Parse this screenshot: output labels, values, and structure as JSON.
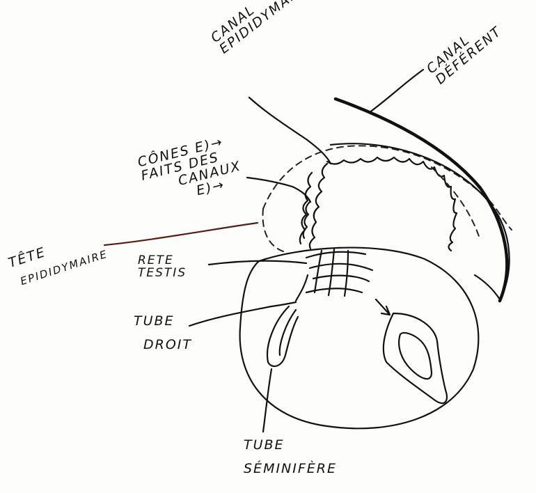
{
  "labels": {
    "canal_epididymaire": [
      "CANAL",
      "EPIDIDYMAIRE"
    ],
    "canal_deferent": [
      "CANAL",
      "DÉFÉRENT"
    ],
    "cones_efferents": [
      "CÔNES E)→",
      "FAITS DES",
      "CANAUX",
      "E)→"
    ],
    "tete_epididyme": [
      "TÊTE",
      "EPIDIDYMAIRE"
    ],
    "rete_testis": [
      "RETE",
      "TESTIS"
    ],
    "tube_droit": [
      "TUBE",
      "DROIT"
    ],
    "tube_seminifere": [
      "TUBE",
      "SÉMINIFÈRE"
    ]
  }
}
